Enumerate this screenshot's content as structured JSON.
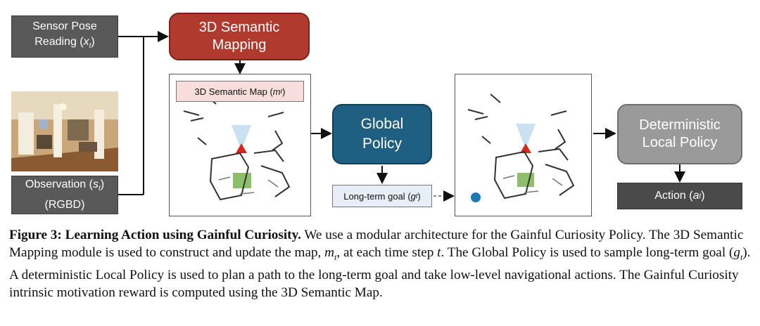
{
  "boxes": {
    "sensor_line1": "Sensor Pose",
    "sensor_line2": "Reading",
    "sensor_var": "x",
    "sensor_sub": "t",
    "observation_line1": "Observation",
    "observation_var": "s",
    "observation_sub": "t",
    "observation_line2": "(RGBD)",
    "mapping_line1": "3D Semantic",
    "mapping_line2": "Mapping",
    "global_line1": "Global",
    "global_line2": "Policy",
    "local_line1": "Deterministic",
    "local_line2": "Local Policy",
    "action_label": "Action",
    "action_var": "a",
    "action_sub": "t"
  },
  "labels": {
    "semantic_map": "3D Semantic Map",
    "semantic_map_var": "m",
    "semantic_map_sub": "t",
    "long_term_goal": "Long-term goal",
    "goal_var": "g",
    "goal_sub": "t"
  },
  "colors": {
    "mapping": "#b13a2e",
    "global_policy": "#1f5f82",
    "local_policy": "#9a9a9a",
    "goal_dot": "#1f78b4",
    "agent_marker": "#d7261e"
  },
  "caption": {
    "figure_label": "Figure 3:",
    "title": "Learning Action using Gainful Curiosity.",
    "s1": "We use a modular architecture for the Gainful Curiosity Policy. The 3D Semantic Mapping module is used to construct and update the map,",
    "m_var": "m",
    "m_sub": "t",
    "s2": ", at each time step",
    "t_var": "t",
    "s3": ". The Global Policy is used to sample long-term goal (",
    "g_var": "g",
    "g_sub": "t",
    "s4": "). A deterministic Local Policy is used to plan a path to the long-term goal and take low-level navigational actions. The Gainful Curiosity intrinsic motivation reward is computed using the 3D Semantic Map."
  }
}
